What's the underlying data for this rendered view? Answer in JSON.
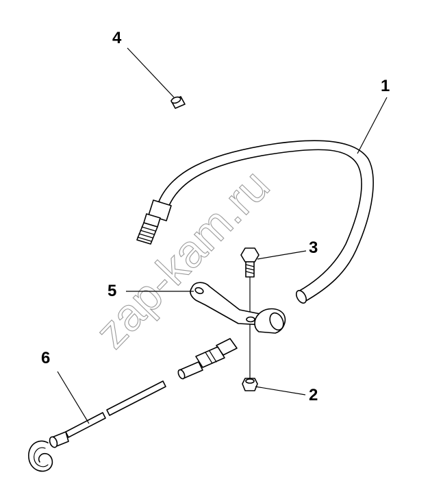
{
  "diagram": {
    "watermark": "zap-kam.ru",
    "callouts": [
      {
        "id": "callout-1",
        "label": "1"
      },
      {
        "id": "callout-2",
        "label": "2"
      },
      {
        "id": "callout-3",
        "label": "3"
      },
      {
        "id": "callout-4",
        "label": "4"
      },
      {
        "id": "callout-5",
        "label": "5"
      },
      {
        "id": "callout-6",
        "label": "6"
      }
    ]
  }
}
